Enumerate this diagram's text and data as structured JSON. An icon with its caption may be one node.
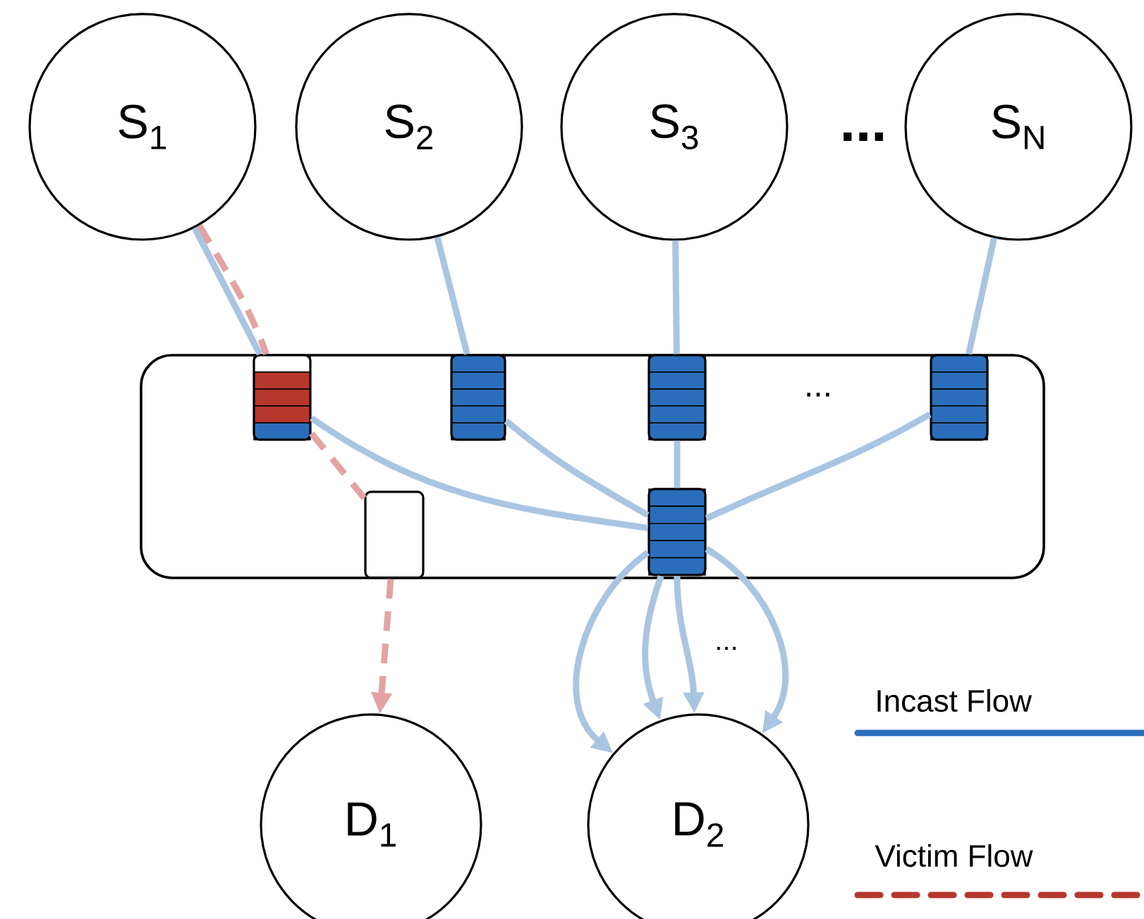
{
  "diagram": {
    "nodes": [
      {
        "text": [
          "S$_{1}$"
        ]
      },
      {
        "text": [
          "S$_{2}$"
        ]
      },
      {
        "text": [
          "S$_{3}$"
        ]
      },
      {
        "text": [
          "S$_{N}$"
        ]
      },
      {
        "text": [],
        "shape": "box"
      },
      {
        "text": [],
        "shape": "box",
        "in": 4
      },
      {
        "text": [],
        "shape": "box",
        "in": 4
      },
      {
        "text": [],
        "shape": "box",
        "in": 4
      },
      {
        "text": [],
        "shape": "box",
        "in": 4
      },
      {
        "text": [],
        "shape": "box",
        "in": 4
      },
      {
        "text": [],
        "shape": "box",
        "in": 4
      },
      {
        "text": [
          "D$_{1}$"
        ]
      },
      {
        "text": [
          "D$_{2}$"
        ]
      }
    ],
    "edges": [
      {
        "from": 0,
        "to": 5,
        "arrow": "none"
      },
      {
        "from": 1,
        "to": 6,
        "arrow": "none"
      },
      {
        "from": 2,
        "to": 7,
        "arrow": "none"
      },
      {
        "from": 3,
        "to": 8,
        "arrow": "none"
      },
      {
        "from": 5,
        "to": 10,
        "arrow": "none"
      },
      {
        "from": 6,
        "to": 10,
        "arrow": "none"
      },
      {
        "from": 7,
        "to": 10,
        "arrow": "none"
      },
      {
        "from": 8,
        "to": 10,
        "arrow": "none"
      },
      {
        "from": 10,
        "to": 12,
        "arrow": "to"
      },
      {
        "from": 10,
        "to": 12,
        "arrow": "to"
      },
      {
        "from": 10,
        "to": 12,
        "arrow": "to"
      },
      {
        "from": 10,
        "to": 12,
        "arrow": "to"
      },
      {
        "from": 0,
        "to": 5,
        "arrow": "none",
        "style": "dashed",
        "color": "#e3a3a3"
      },
      {
        "from": 5,
        "to": 9,
        "arrow": "none",
        "style": "dashed",
        "color": "#e3a3a3"
      },
      {
        "from": 9,
        "to": 11,
        "arrow": "to",
        "style": "dashed",
        "color": "#e3a3a3"
      }
    ],
    "labels": [
      "...",
      "...",
      "..."
    ],
    "legend": [
      {
        "text": "Incast Flow"
      },
      {
        "text": "Victim Flow"
      }
    ]
  }
}
